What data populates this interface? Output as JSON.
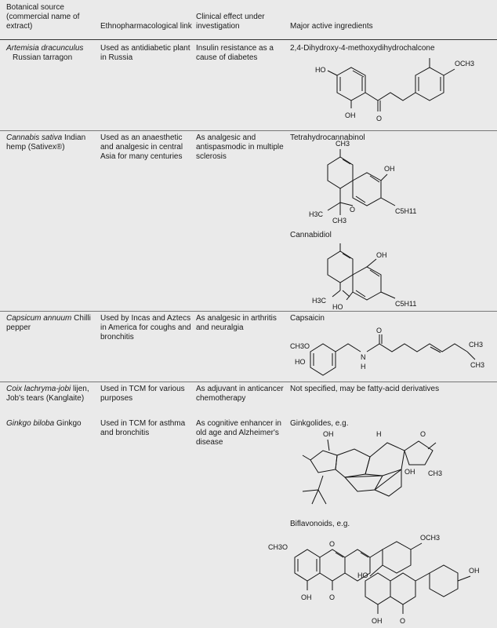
{
  "headers": {
    "source": "Botanical source (commercial name of extract)",
    "ethno": "Ethnopharmacological link",
    "clinical": "Clinical effect under investigation",
    "ingredients": "Major active ingredients"
  },
  "rows": [
    {
      "species": "Artemisia dracunculus",
      "common": "Russian tarragon",
      "ethno": "Used as antidiabetic plant in Russia",
      "clinical": "Insulin resistance as a cause of diabetes",
      "ingredients": [
        {
          "name": "2,4-Dihydroxy-4-methoxydihydrochalcone",
          "labels": {
            "oh1": "HO",
            "oh2": "OH",
            "o": "O",
            "och3": "OCH3"
          }
        }
      ]
    },
    {
      "species": "Cannabis sativa",
      "common": "Indian hemp (Sativex®)",
      "ethno": "Used as an anaesthetic and analgesic in central Asia for many centuries",
      "clinical": "As analgesic and antispasmodic in multiple sclerosis",
      "ingredients": [
        {
          "name": "Tetrahydrocannabinol",
          "labels": {
            "ch3": "CH3",
            "oh": "OH",
            "h3c_a": "H3C",
            "ch3_b": "CH3",
            "o": "O",
            "c5": "C5H11"
          }
        },
        {
          "name": "Cannabidiol",
          "labels": {
            "oh1": "OH",
            "h3c": "H3C",
            "ho": "HO",
            "c5": "C5H11"
          }
        }
      ]
    },
    {
      "species": "Capsicum annuum",
      "common": "Chilli pepper",
      "ethno": "Used by Incas and Aztecs in America for coughs and bronchitis",
      "clinical": "As analgesic in arthritis and neuralgia",
      "ingredients": [
        {
          "name": "Capsaicin",
          "labels": {
            "och3": "CH3O",
            "ho": "HO",
            "n": "N",
            "h": "H",
            "o": "O",
            "ch3a": "CH3",
            "ch3b": "CH3"
          }
        }
      ]
    },
    {
      "species": "Coix lachryma-jobi",
      "common": "lijen, Job's tears (Kanglaite)",
      "ethno": "Used in TCM for various purposes",
      "clinical": "As adjuvant in anticancer chemotherapy",
      "ingredients": [
        {
          "name": "Not specified, may be fatty-acid derivatives"
        }
      ]
    },
    {
      "species": "Ginkgo biloba",
      "common": "Ginkgo",
      "ethno": "Used in TCM for asthma and bronchitis",
      "clinical": "As cognitive enhancer in old age and Alzheimer's disease",
      "ingredients": [
        {
          "name": "Ginkgolides, e.g.",
          "labels": {
            "oh1": "OH",
            "oh2": "OH",
            "h": "H",
            "o": "O",
            "ch3": "CH3"
          }
        },
        {
          "name": "Biflavonoids, e.g.",
          "labels": {
            "och3a": "CH3O",
            "och3b": "OCH3",
            "oh": "OH",
            "o": "O"
          }
        }
      ]
    }
  ]
}
